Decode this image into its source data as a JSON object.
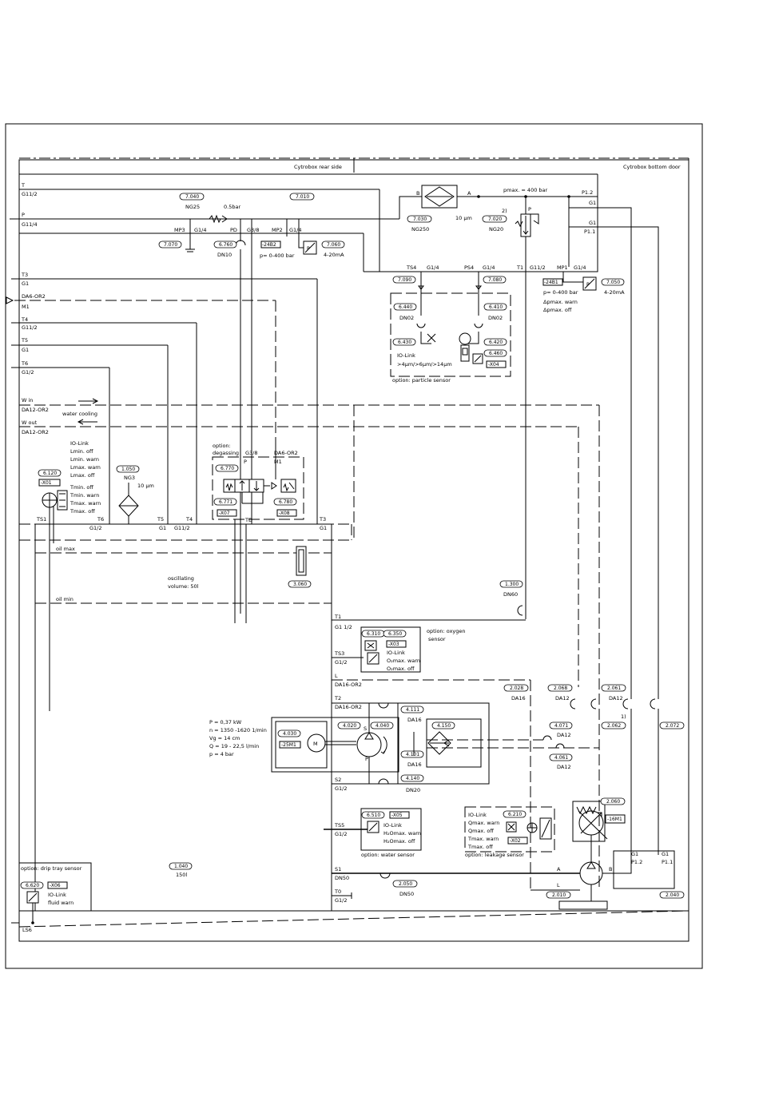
{
  "frame": {
    "rear_side": "Cytrobox rear side",
    "bottom_door": "Cytrobox bottom door"
  },
  "ports_left": {
    "T": "T",
    "T_size": "G11/2",
    "P": "P",
    "P_size": "G11/4",
    "T3": "T3",
    "T3_size": "G1",
    "DA": "DA6-OR2",
    "M1": "M1",
    "T4": "T4",
    "T4_size": "G11/2",
    "T5": "T5",
    "T5_size": "G1",
    "T6": "T6",
    "T6_size": "G1/2",
    "W_in": "W in",
    "W_in_size": "DA12-OR2",
    "W_out": "W out",
    "W_out_size": "DA12-OR2",
    "water_cooling": "water cooling",
    "LS6": "LS6"
  },
  "top": {
    "t7040": "7.040",
    "ng25": "NG25",
    "bar05": "0.5bar",
    "t7010": "7.010",
    "mp3": "MP3",
    "g14a": "G1/4",
    "pd": "PD",
    "g38": "G3/8",
    "mp2": "MP2",
    "g14b": "G1/4",
    "t7070": "7.070",
    "t6760": "6.760",
    "dn10": "DN10",
    "b2482": "-24B2",
    "p400a": "p= 0-400 bar",
    "t7060": "7.060",
    "ma420a": "4-20mA",
    "port_B": "B",
    "port_A": "A",
    "pmax": "pmax. = 400 bar",
    "t7030": "7.030",
    "ng250": "NG250",
    "um10": "10 µm",
    "t7020": "7.020",
    "ng20": "NG20",
    "two": "2)",
    "pP": "P",
    "p12": "P1.2",
    "g1a": "G1",
    "g1b": "G1",
    "p11": "P1.1",
    "ts4": "TS4",
    "g14c": "G1/4",
    "ps4": "PS4",
    "g14d": "G1/4",
    "t1": "T1",
    "g112": "G11/2",
    "mp1": "MP1",
    "g14e": "G1/4",
    "t7090": "7.090",
    "t7080": "7.080",
    "b2481": "-24B1",
    "t7050": "7.050",
    "p400b": "p= 0-400 bar",
    "ma420b": "4-20mA",
    "dpw": "Δpmax. warn",
    "dpo": "Δpmax. off"
  },
  "particle": {
    "t6440": "6.440",
    "dn02a": "DN02",
    "t6410": "6.410",
    "dn02b": "DN02",
    "t6430": "6.430",
    "t6420": "6.420",
    "t6460": "6.460",
    "x04": "-X04",
    "iolink": "IO-Link",
    "codes": ">4µm/>6µm/>14µm",
    "caption": "option: particle sensor"
  },
  "left_sensor": {
    "iolink": "IO-Link",
    "l1": "Lmin. off",
    "l2": "Lmin. warn",
    "l3": "Lmax. warn",
    "l4": "Lmax. off",
    "l5": "Tmin. off",
    "l6": "Tmin. warn",
    "l7": "Tmax. warn",
    "l8": "Tmax. off",
    "t6120": "6.120",
    "x01": "-X01",
    "t1050": "1.050",
    "ng3": "NG3",
    "um10": "10 µm"
  },
  "degassing": {
    "caption1": "option:",
    "caption2": "degassing",
    "g38": "G3/8",
    "da": "DA6-OR2",
    "m1": "M1",
    "t6770": "6.770",
    "p": "P",
    "t6771": "6.771",
    "x07": "-X07",
    "t6780": "6.780",
    "x08": "-X08",
    "td": "TD"
  },
  "tank_top": {
    "ts1": "TS1",
    "t6": "T6",
    "g12": "G1/2",
    "t5": "T5",
    "g1": "G1",
    "t4": "T4",
    "g112": "G11/2",
    "t3": "T3",
    "g1b": "G1"
  },
  "tank": {
    "oil_max": "oil max",
    "oil_min": "oil min",
    "osc1": "oscillating",
    "osc2": "volume: 50l",
    "t3060": "3.060",
    "t1040": "1.040",
    "l150": "150l"
  },
  "right_col": {
    "t1": "T1",
    "g112": "G1 1/2",
    "t1300": "1.300",
    "dn60": "DN60",
    "ts3": "TS3",
    "g12": "G1/2",
    "L": "L",
    "da16": "DA16-OR2",
    "t2": "T2",
    "da16b": "DA16-OR2",
    "s2": "S2",
    "g12b": "G1/2",
    "ts5": "TS5",
    "g12c": "G1/2",
    "s1": "S1",
    "dn50": "DN50",
    "t0": "T0",
    "g12d": "G1/2"
  },
  "oxygen": {
    "t6310": "6.310",
    "t6350": "6.350",
    "x03": "-X03",
    "iolink": "IO-Link",
    "o2w": "O₂max. warn",
    "o2o": "O₂max. off",
    "caption1": "option: oxygen",
    "caption2": "sensor"
  },
  "motor": {
    "l1": "P  = 0,37 kW",
    "l2": "n  = 1350 -1620 1/min",
    "l3": "Vg = 14 cm",
    "l4": "Q  = 19 - 22,5 l/min",
    "l5": "p  = 4 bar",
    "t4030": "4.030",
    "m25": "-25M1",
    "m": "M",
    "t4020": "4.020",
    "t4040": "4.040",
    "s": "S",
    "pp": "P"
  },
  "cooler": {
    "t4111": "4.111",
    "da16a": "DA16",
    "t4150": "4.150",
    "t4101": "4.101",
    "da16b": "DA16",
    "t4140": "4.140",
    "dn20": "DN20"
  },
  "right_tags": {
    "t2028": "2.028",
    "da16": "DA16",
    "t2068": "2.068",
    "da12a": "DA12",
    "t2061": "2.061",
    "da12b": "DA12",
    "t4071": "4.071",
    "da12c": "DA12",
    "t2062": "2.062",
    "t2072": "2.072",
    "one": "1)",
    "t4061": "4.061",
    "da12d": "DA12"
  },
  "water": {
    "t6510": "6.510",
    "x05": "-X05",
    "iolink": "IO-Link",
    "h2ow": "H₂Omax. warn",
    "h2oo": "H₂Omax. off",
    "caption": "option: water sensor"
  },
  "leakage": {
    "iolink": "IO-Link",
    "l1": "Qmax. warn",
    "l2": "Qmax. off",
    "l3": "Tmax. warn",
    "l4": "Tmax. off",
    "t6210": "6.210",
    "x02": "-X02",
    "caption": "option: leakage sensor"
  },
  "pump": {
    "t2060": "2.060",
    "m16": "-16M1",
    "g1a": "G1",
    "p12": "P1.2",
    "g1b": "G1",
    "p11": "P1.1",
    "A": "A",
    "B": "B",
    "L": "L",
    "t2010": "2.010",
    "t2040": "2.040",
    "t2050": "2.050",
    "dn50": "DN50"
  },
  "drip": {
    "caption": "option: drip tray sensor",
    "t6620": "6.620",
    "x06": "-X06",
    "iolink": "IO-Link",
    "fluid": "fluid warn"
  }
}
